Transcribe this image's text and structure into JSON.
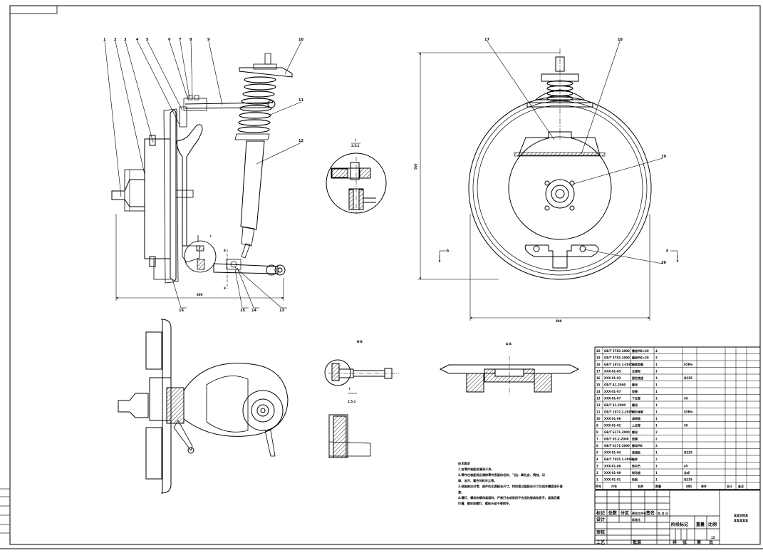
{
  "drawing": {
    "title_lines": [
      "某某学院某",
      "某某某某某"
    ],
    "sheet_no": "15"
  },
  "views": {
    "section_aa": "A-A",
    "section_bb": "B-B",
    "detail_i": "I",
    "detail_scale": "2.5:1",
    "section_mark_a": "A"
  },
  "dimensions": {
    "front_width": "800",
    "right_width": "800",
    "right_height": "500",
    "small_dim": "8"
  },
  "leader_numbers": [
    "1",
    "2",
    "3",
    "4",
    "5",
    "6",
    "7",
    "8",
    "9",
    "10",
    "11",
    "12",
    "13",
    "14",
    "15",
    "16",
    "17",
    "18",
    "19",
    "20"
  ],
  "tech_requirements": {
    "title": "技术要求",
    "lines": [
      "1.各零件装配前清洗干净。",
      "2.零件在装配前应清除零件表面的毛刺、飞边、氧化皮、锈蚀、切",
      "屑、油污、着色剂和灰尘等。",
      "3.装配前应对零、部件的主要配合尺寸，特别是过盈配合尺寸及相关精度进行复",
      "查。",
      "4.螺钉、螺栓和螺母紧固时，严禁打击或使用不合适的旋具和扳手，紧固后螺",
      "钉槽、螺母和螺钉、螺栓头部不得损坏。"
    ]
  },
  "bom": {
    "headers": [
      "序号",
      "代号",
      "名称",
      "数量",
      "材料",
      "单件",
      "总计",
      "备注"
    ],
    "rows": [
      {
        "no": "20",
        "code": "GB/T 5783-2000",
        "name": "螺栓M8×20",
        "qty": "4",
        "mat": ""
      },
      {
        "no": "19",
        "code": "GB/T 5783-2000",
        "name": "螺栓M6×20",
        "qty": "2",
        "mat": ""
      },
      {
        "no": "18",
        "code": "GB/T 1972.1-2005",
        "name": "弹簧垫圈",
        "qty": "1",
        "mat": "65Mn"
      },
      {
        "no": "17",
        "code": "XXX-01-05",
        "name": "支撑架",
        "qty": "1",
        "mat": ""
      },
      {
        "no": "16",
        "code": "XXX-01-03",
        "name": "固定底座",
        "qty": "1",
        "mat": "Q235"
      },
      {
        "no": "15",
        "code": "GB/T 41-2000",
        "name": "螺母",
        "qty": "1",
        "mat": ""
      },
      {
        "no": "14",
        "code": "XXX-01-07",
        "name": "垫圈",
        "qty": "1",
        "mat": ""
      },
      {
        "no": "13",
        "code": "XXX-01-07",
        "name": "下支臂",
        "qty": "1",
        "mat": "45"
      },
      {
        "no": "12",
        "code": "GB/T 41-2000",
        "name": "螺母",
        "qty": "1",
        "mat": ""
      },
      {
        "no": "11",
        "code": "GB/T 1972.1-2005",
        "name": "碟形弹簧",
        "qty": "1",
        "mat": "65Mn"
      },
      {
        "no": "10",
        "code": "XXX-01-06",
        "name": "减振器",
        "qty": "1",
        "mat": ""
      },
      {
        "no": "9",
        "code": "XXX-01-02",
        "name": "上支臂",
        "qty": "1",
        "mat": "45"
      },
      {
        "no": "8",
        "code": "GB/T 6171-2000",
        "name": "螺母",
        "qty": "2",
        "mat": ""
      },
      {
        "no": "7",
        "code": "GB/T 93.2-2000",
        "name": "垫圈",
        "qty": "2",
        "mat": ""
      },
      {
        "no": "6",
        "code": "GB/T 6171-2000",
        "name": "螺母M8",
        "qty": "2",
        "mat": ""
      },
      {
        "no": "5",
        "code": "XXX-01-04",
        "name": "连接板",
        "qty": "1",
        "mat": "Q235"
      },
      {
        "no": "4",
        "code": "GB/T 7025.1-2008",
        "name": "轴承",
        "qty": "2",
        "mat": ""
      },
      {
        "no": "3",
        "code": "XXX-01-08",
        "name": "转向节",
        "qty": "1",
        "mat": "45"
      },
      {
        "no": "2",
        "code": "XXX-01-09",
        "name": "制动器",
        "qty": "1",
        "mat": "总成"
      },
      {
        "no": "1",
        "code": "XXX-01-01",
        "name": "轮毂",
        "qty": "1",
        "mat": "Q235"
      }
    ]
  },
  "title_block": {
    "mark": "标记",
    "count": "处数",
    "zone": "分区",
    "change_doc": "更改文件号",
    "sign": "签名",
    "date": "年.月.日",
    "design": "设计",
    "standardize": "标准化",
    "stage_mark": "阶段标记",
    "weight": "重量",
    "ratio": "比例",
    "review": "审核",
    "process": "工艺",
    "approve": "批准",
    "total": "共",
    "sheet": "张",
    "page": "第",
    "pages": "页"
  }
}
